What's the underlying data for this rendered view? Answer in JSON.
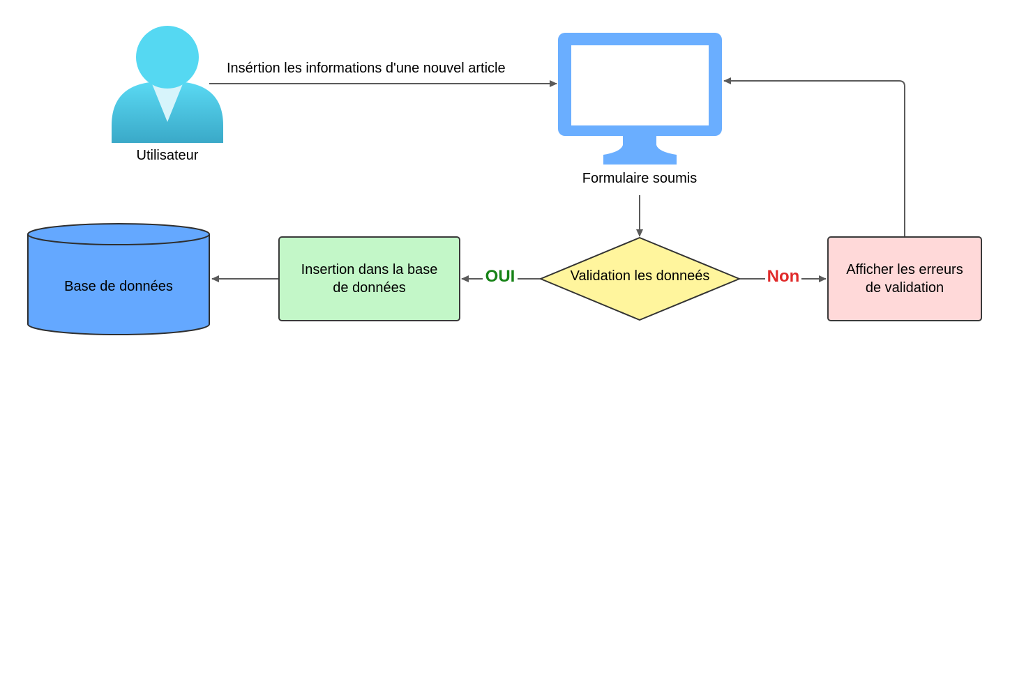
{
  "actor": {
    "label": "Utilisateur"
  },
  "edge_user_form": {
    "label": "Insértion les informations d'une nouvel article"
  },
  "monitor": {
    "label": "Formulaire soumis"
  },
  "decision": {
    "label": "Validation les donneés"
  },
  "yes_branch": {
    "label": "OUI",
    "color": "#178317"
  },
  "no_branch": {
    "label": "Non",
    "color": "#e02a2a"
  },
  "insert_box": {
    "line1": "Insertion dans la base",
    "line2": "de données",
    "fill": "#c3f7c8"
  },
  "error_box": {
    "line1": "Afficher les erreurs",
    "line2": "de validation",
    "fill": "#ffd9d9"
  },
  "database": {
    "label": "Base de données",
    "fill": "#64a8ff"
  },
  "colors": {
    "person": "#55d8f2",
    "monitor": "#6aaeff",
    "decision_fill": "#fff59d",
    "line": "#5a5a5a"
  }
}
